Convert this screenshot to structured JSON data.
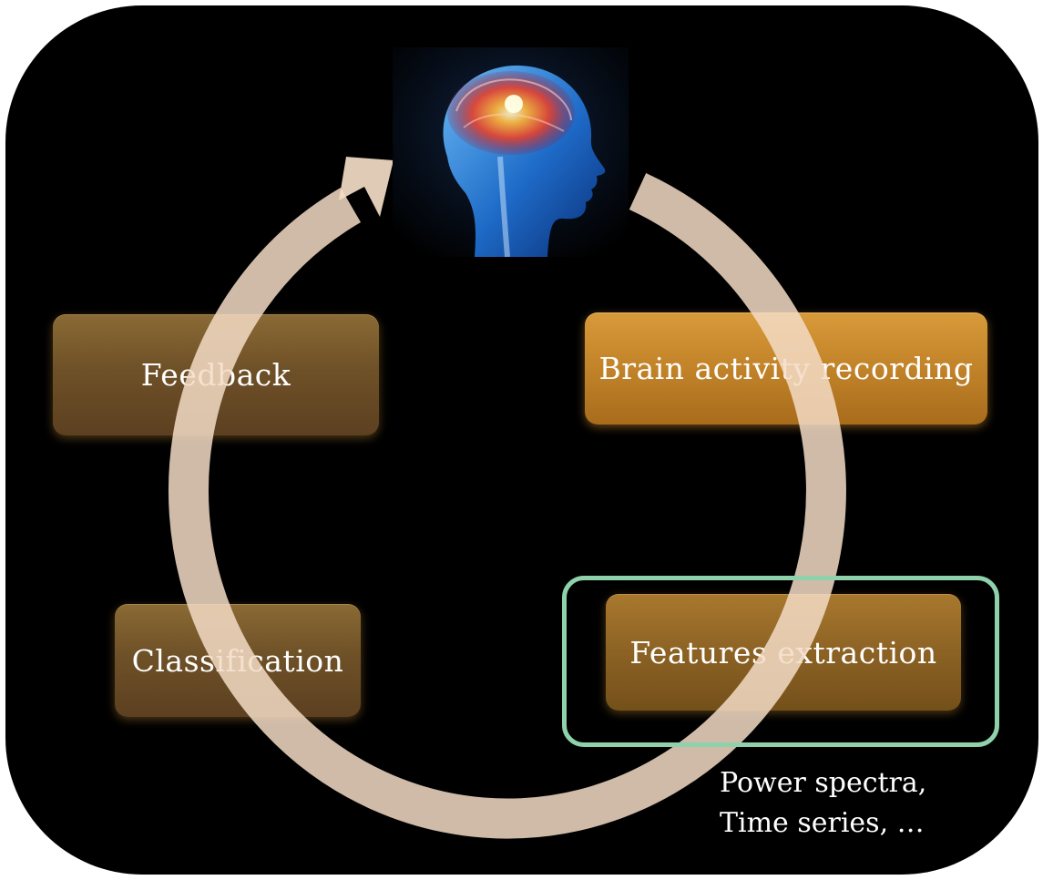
{
  "stages": {
    "feedback": "Feedback",
    "brain_activity_recording": "Brain activity recording",
    "features_extraction": "Features extraction",
    "classification": "Classification"
  },
  "annotation": {
    "line1": "Power spectra,",
    "line2": "Time series, …"
  },
  "icons": {
    "head": "human-head-with-glowing-brain",
    "cycle": "clockwise-cycle-arrow"
  },
  "colors": {
    "background": "#000000",
    "cycle_arrow": "#f3dcc6",
    "stage_box_dark": "#6f5128",
    "stage_box_bright": "#c4852a",
    "highlight_frame": "#8fd1aa",
    "text": "#ffffff"
  }
}
